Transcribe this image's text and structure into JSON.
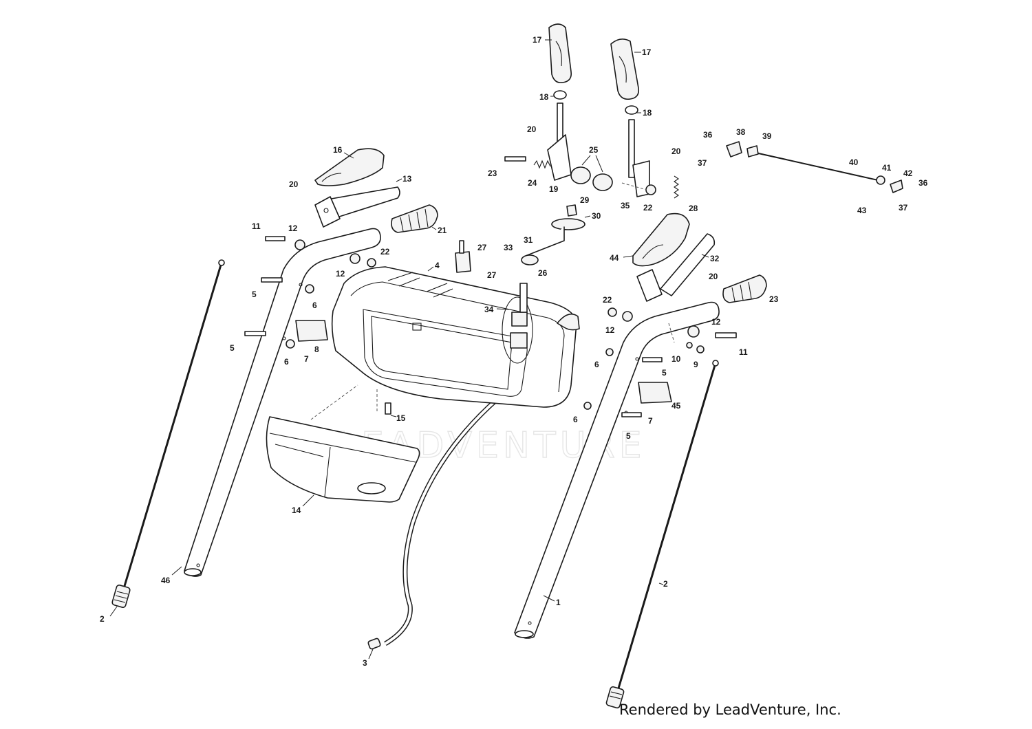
{
  "watermark": "LEADVENTURE",
  "footer": "Rendered by LeadVenture, Inc.",
  "callouts": [
    {
      "id": "c1",
      "label": "1"
    },
    {
      "id": "c2a",
      "label": "2"
    },
    {
      "id": "c2b",
      "label": "2"
    },
    {
      "id": "c3",
      "label": "3"
    },
    {
      "id": "c4",
      "label": "4"
    },
    {
      "id": "c5a",
      "label": "5"
    },
    {
      "id": "c5b",
      "label": "5"
    },
    {
      "id": "c5c",
      "label": "5"
    },
    {
      "id": "c5d",
      "label": "5"
    },
    {
      "id": "c6a",
      "label": "6"
    },
    {
      "id": "c6b",
      "label": "6"
    },
    {
      "id": "c6c",
      "label": "6"
    },
    {
      "id": "c6d",
      "label": "6"
    },
    {
      "id": "c7a",
      "label": "7"
    },
    {
      "id": "c7b",
      "label": "7"
    },
    {
      "id": "c8",
      "label": "8"
    },
    {
      "id": "c9",
      "label": "9"
    },
    {
      "id": "c10",
      "label": "10"
    },
    {
      "id": "c11a",
      "label": "11"
    },
    {
      "id": "c11b",
      "label": "11"
    },
    {
      "id": "c12a",
      "label": "12"
    },
    {
      "id": "c12b",
      "label": "12"
    },
    {
      "id": "c12c",
      "label": "12"
    },
    {
      "id": "c12d",
      "label": "12"
    },
    {
      "id": "c13",
      "label": "13"
    },
    {
      "id": "c14",
      "label": "14"
    },
    {
      "id": "c15",
      "label": "15"
    },
    {
      "id": "c16",
      "label": "16"
    },
    {
      "id": "c17a",
      "label": "17"
    },
    {
      "id": "c17b",
      "label": "17"
    },
    {
      "id": "c18a",
      "label": "18"
    },
    {
      "id": "c18b",
      "label": "18"
    },
    {
      "id": "c19",
      "label": "19"
    },
    {
      "id": "c20a",
      "label": "20"
    },
    {
      "id": "c20b",
      "label": "20"
    },
    {
      "id": "c20c",
      "label": "20"
    },
    {
      "id": "c20d",
      "label": "20"
    },
    {
      "id": "c21",
      "label": "21"
    },
    {
      "id": "c22a",
      "label": "22"
    },
    {
      "id": "c22b",
      "label": "22"
    },
    {
      "id": "c22c",
      "label": "22"
    },
    {
      "id": "c23a",
      "label": "23"
    },
    {
      "id": "c23b",
      "label": "23"
    },
    {
      "id": "c24",
      "label": "24"
    },
    {
      "id": "c25",
      "label": "25"
    },
    {
      "id": "c26",
      "label": "26"
    },
    {
      "id": "c27a",
      "label": "27"
    },
    {
      "id": "c27b",
      "label": "27"
    },
    {
      "id": "c28",
      "label": "28"
    },
    {
      "id": "c29",
      "label": "29"
    },
    {
      "id": "c30",
      "label": "30"
    },
    {
      "id": "c31",
      "label": "31"
    },
    {
      "id": "c32",
      "label": "32"
    },
    {
      "id": "c33",
      "label": "33"
    },
    {
      "id": "c34",
      "label": "34"
    },
    {
      "id": "c35",
      "label": "35"
    },
    {
      "id": "c36a",
      "label": "36"
    },
    {
      "id": "c36b",
      "label": "36"
    },
    {
      "id": "c37a",
      "label": "37"
    },
    {
      "id": "c37b",
      "label": "37"
    },
    {
      "id": "c38",
      "label": "38"
    },
    {
      "id": "c39",
      "label": "39"
    },
    {
      "id": "c40",
      "label": "40"
    },
    {
      "id": "c41",
      "label": "41"
    },
    {
      "id": "c42",
      "label": "42"
    },
    {
      "id": "c43",
      "label": "43"
    },
    {
      "id": "c44",
      "label": "44"
    },
    {
      "id": "c45",
      "label": "45"
    },
    {
      "id": "c46",
      "label": "46"
    }
  ]
}
